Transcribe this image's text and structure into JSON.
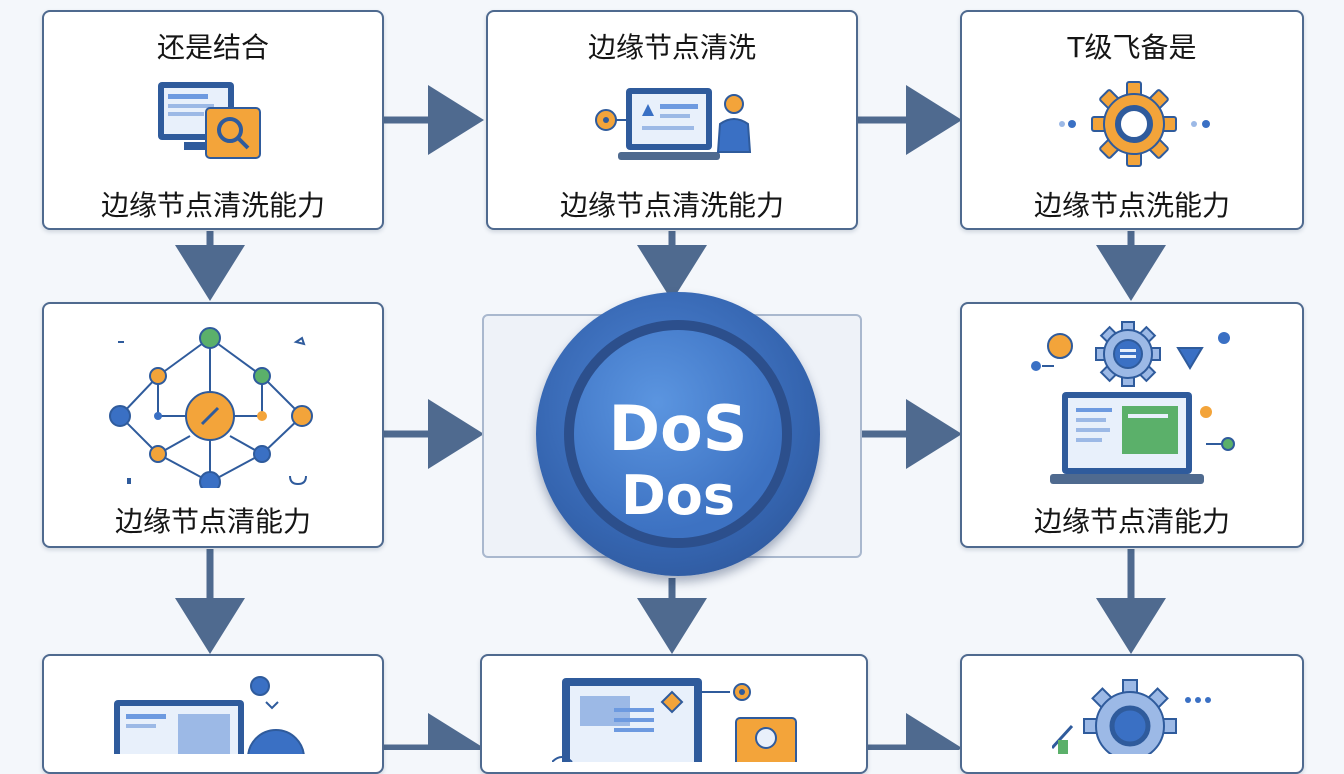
{
  "cards": {
    "top_left": {
      "title": "还是结合",
      "caption": "边缘节点清洗能力"
    },
    "top_center": {
      "title": "边缘节点清洗",
      "caption": "边缘节点清洗能力"
    },
    "top_right": {
      "title": "T级飞备是",
      "caption": "边缘节点洗能力"
    },
    "mid_left": {
      "caption": "边缘节点清能力"
    },
    "mid_right": {
      "caption": "边缘节点清能力"
    }
  },
  "center": {
    "line1": "DoS",
    "line2": "Dos"
  },
  "colors": {
    "arrow": "#4f6a8f",
    "accent_blue": "#3a70c4",
    "accent_orange": "#f3a43a",
    "accent_green": "#5bb06a"
  }
}
